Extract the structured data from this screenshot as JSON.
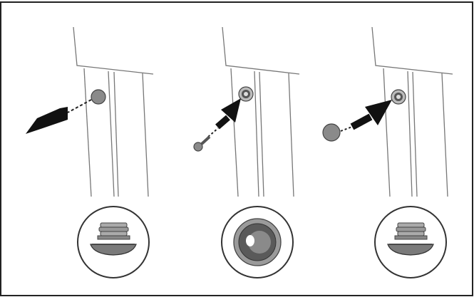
{
  "figure": {
    "panel_count": 3,
    "colors": {
      "background": "#ffffff",
      "frame": "#222222",
      "line": "#7a7a7a",
      "plug_fill": "#8a8a8a",
      "arrow": "#111111",
      "hole_dark": "#5a5a5a",
      "hole_mid": "#9a9a9a"
    },
    "panels": [
      {
        "id": "panel-1",
        "icons": [
          "plug-cap-icon",
          "arrow-out-icon",
          "plug-detail-icon"
        ]
      },
      {
        "id": "panel-2",
        "icons": [
          "threaded-hole-icon",
          "arrow-in-icon",
          "bolt-icon",
          "hole-detail-icon"
        ]
      },
      {
        "id": "panel-3",
        "icons": [
          "threaded-hole-icon",
          "arrow-in-icon",
          "plug-cap-icon",
          "plug-detail-icon"
        ]
      }
    ]
  }
}
